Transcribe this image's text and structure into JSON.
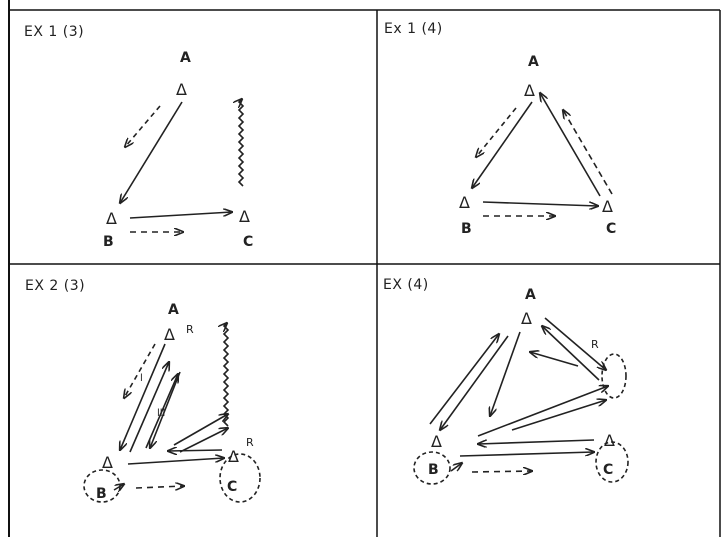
{
  "panels": [
    {
      "title": "EX 1 (3)",
      "nodes": {
        "A": "A",
        "B": "B",
        "C": "C"
      },
      "node_symbol": "Δ"
    },
    {
      "title": "Ex 1 (4)",
      "nodes": {
        "A": "A",
        "B": "B",
        "C": "C"
      },
      "node_symbol": "Δ"
    },
    {
      "title": "EX 2 (3)",
      "nodes": {
        "A": "A",
        "B": "B",
        "C": "C"
      },
      "node_symbol": "Δ",
      "marks": {
        "r_top": "R",
        "r_c": "R",
        "n1": "l",
        "n2": "lll"
      }
    },
    {
      "title": "EX (4)",
      "nodes": {
        "A": "A",
        "B": "B",
        "C": "C"
      },
      "node_symbol": "Δ",
      "marks": {
        "r_top": "R"
      }
    }
  ],
  "colors": {
    "ink": "#222222",
    "frame": "#111111",
    "paper": "#ffffff"
  }
}
